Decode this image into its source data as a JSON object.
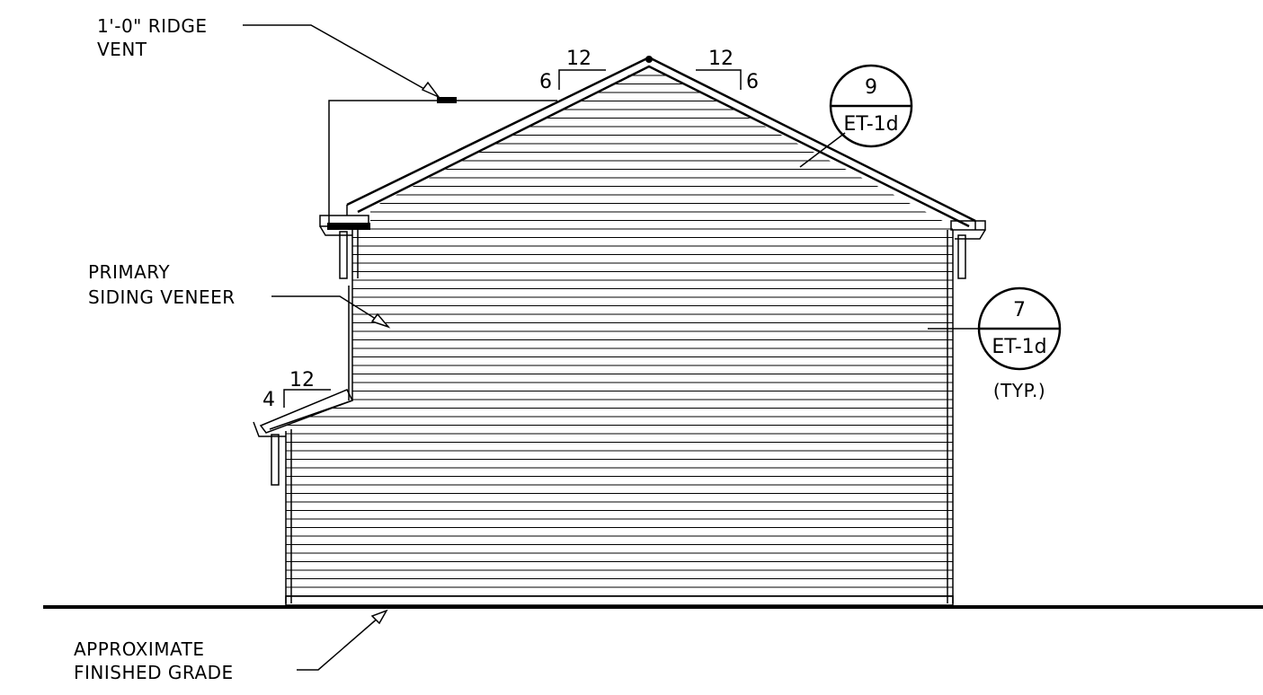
{
  "notes": {
    "ridge_vent_line1": "1'-0\" RIDGE",
    "ridge_vent_line2": "VENT",
    "siding_line1": "PRIMARY",
    "siding_line2": "SIDING VENEER",
    "grade_line1": "APPROXIMATE",
    "grade_line2": "FINISHED GRADE"
  },
  "pitches": {
    "main_left": {
      "rise": "6",
      "run": "12"
    },
    "main_right": {
      "rise": "6",
      "run": "12"
    },
    "lower_roof": {
      "rise": "4",
      "run": "12"
    }
  },
  "callouts": {
    "roof": {
      "detail": "9",
      "sheet": "ET-1d"
    },
    "wall": {
      "detail": "7",
      "sheet": "ET-1d",
      "note": "(TYP.)"
    }
  }
}
